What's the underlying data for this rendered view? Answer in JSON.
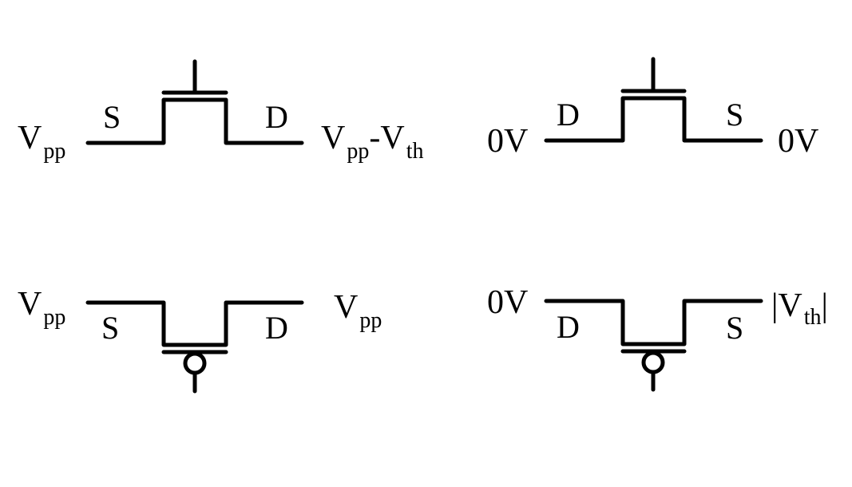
{
  "diagram": {
    "nmos_pass": {
      "left_voltage": {
        "main": "V",
        "sub": "pp"
      },
      "right_voltage": {
        "main1": "V",
        "sub1": "pp",
        "dash": "-",
        "main2": "V",
        "sub2": "th"
      },
      "source_label": "S",
      "drain_label": "D"
    },
    "nmos_zero": {
      "left_voltage": "0V",
      "right_voltage": "0V",
      "drain_label": "D",
      "source_label": "S"
    },
    "pmos_pass": {
      "left_voltage": {
        "main": "V",
        "sub": "pp"
      },
      "right_voltage": {
        "main": "V",
        "sub": "pp"
      },
      "source_label": "S",
      "drain_label": "D"
    },
    "pmos_zero": {
      "left_voltage": "0V",
      "right_voltage": {
        "bar_left": "|",
        "main": "V",
        "sub": "th",
        "bar_right": "|"
      },
      "drain_label": "D",
      "source_label": "S"
    }
  }
}
